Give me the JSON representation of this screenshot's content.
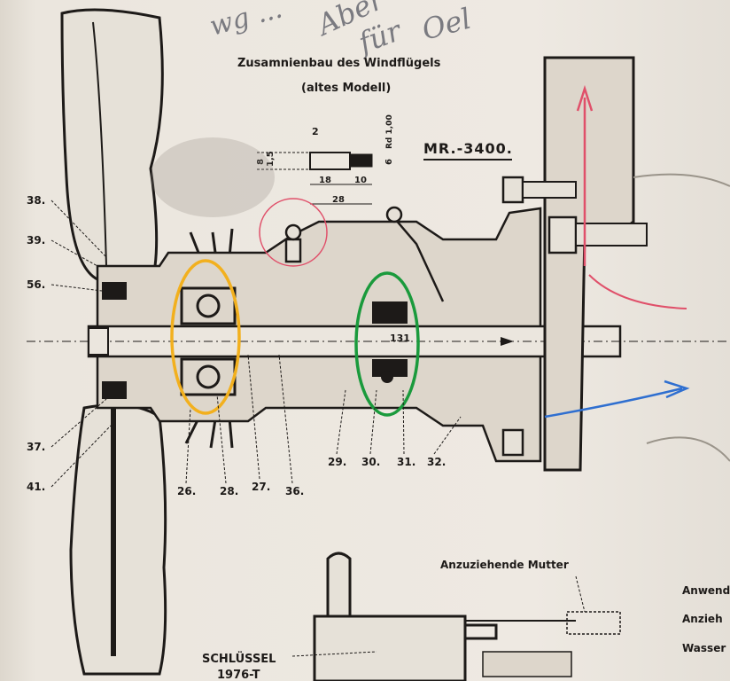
{
  "title": "Zusamnienbau des Windflügels",
  "subtitle": "(altes Modell)",
  "model": "MR.-3400.",
  "handwriting": [
    "Aber",
    "für",
    "Oel"
  ],
  "dimensions": {
    "d2": "2",
    "d15": "1,5",
    "d8": "8",
    "d6": "6",
    "rd": "Rd 1,00",
    "d18": "18",
    "d10": "10",
    "d28": "28"
  },
  "part_labels": {
    "p38": "38.",
    "p39": "39.",
    "p56": "56.",
    "p37": "37.",
    "p41": "41.",
    "p26": "26.",
    "p28": "28.",
    "p27": "27.",
    "p36": "36.",
    "p29": "29.",
    "p30": "30.",
    "p31": "31.",
    "p32": "32.",
    "p131": "131"
  },
  "lower": {
    "nut_label": "Anzuziehende Mutter",
    "key_label": "SCHLÜSSEL",
    "key_number": "1976-T"
  },
  "right_text": [
    "Anwend",
    "Anzieh",
    "Wasser"
  ],
  "annotation_colors": {
    "yellow": "#f2b01e",
    "green": "#1a9a3c",
    "red": "#e0506a",
    "blue": "#2f6fd0"
  }
}
